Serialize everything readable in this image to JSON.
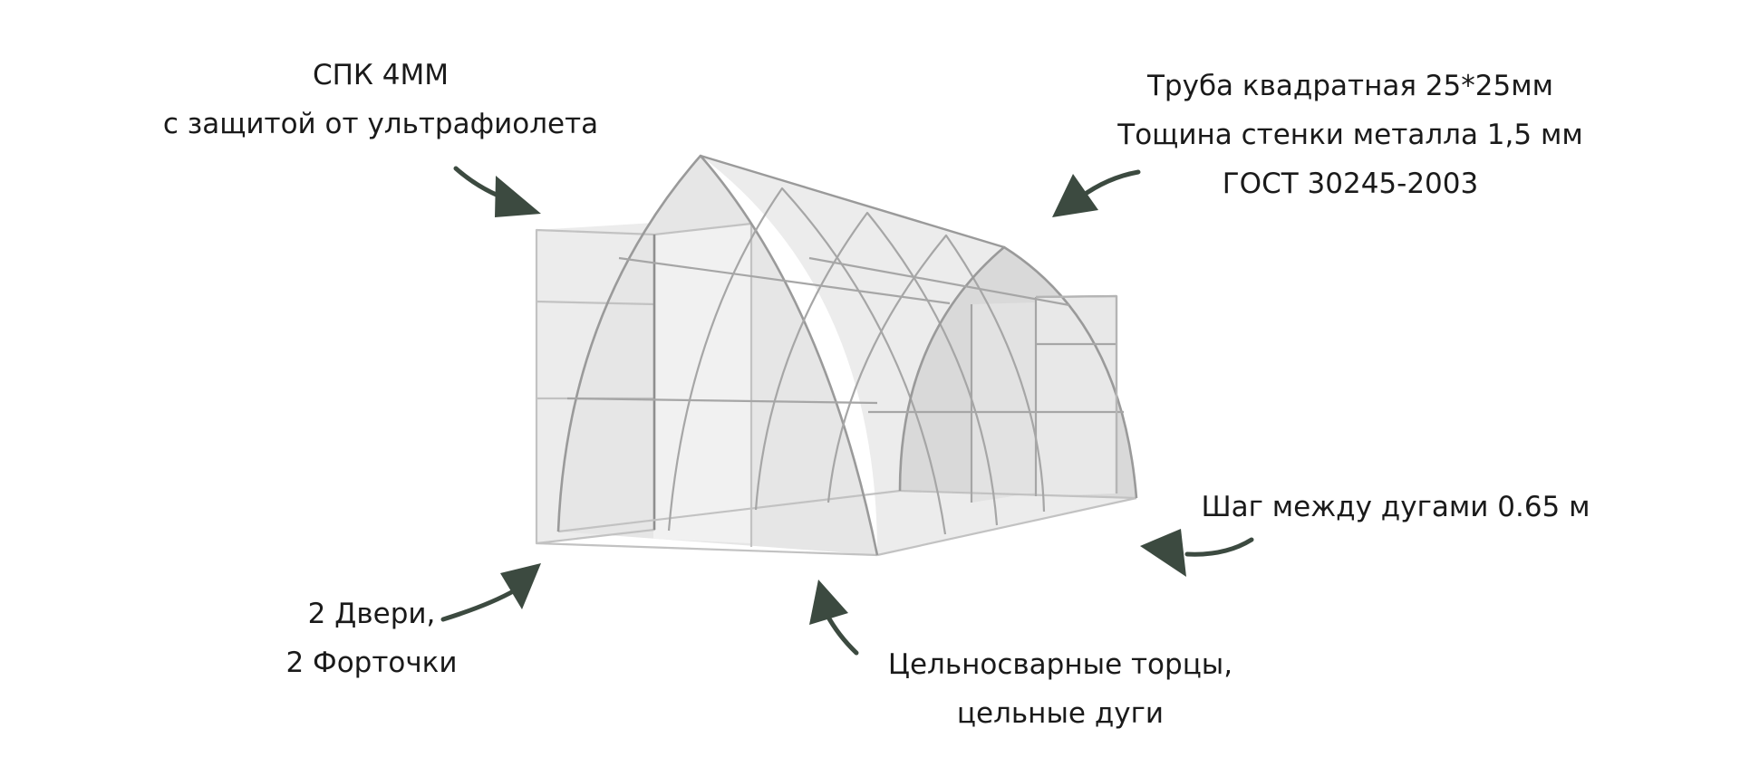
{
  "colors": {
    "arrow": "#3c4a40",
    "frame": "#a6a6a6",
    "panel_light": "#ececec",
    "panel_dark": "#d9d9d9",
    "text": "#1a1a1a"
  },
  "callouts": {
    "material": {
      "line1": "СПК 4ММ",
      "line2": "с защитой от ультрафиолета"
    },
    "pipe": {
      "line1": "Труба квадратная 25*25мм",
      "line2": "Тощина стенки металла 1,5 мм",
      "line3": "ГОСТ 30245-2003"
    },
    "arc_step": {
      "line1": "Шаг между дугами 0.65 м"
    },
    "doors": {
      "line1": "2 Двери,",
      "line2": "2 Форточки"
    },
    "welded": {
      "line1": "Цельносварные торцы,",
      "line2": "цельные дуги"
    }
  },
  "icons": [
    "curved-arrow-icon"
  ]
}
